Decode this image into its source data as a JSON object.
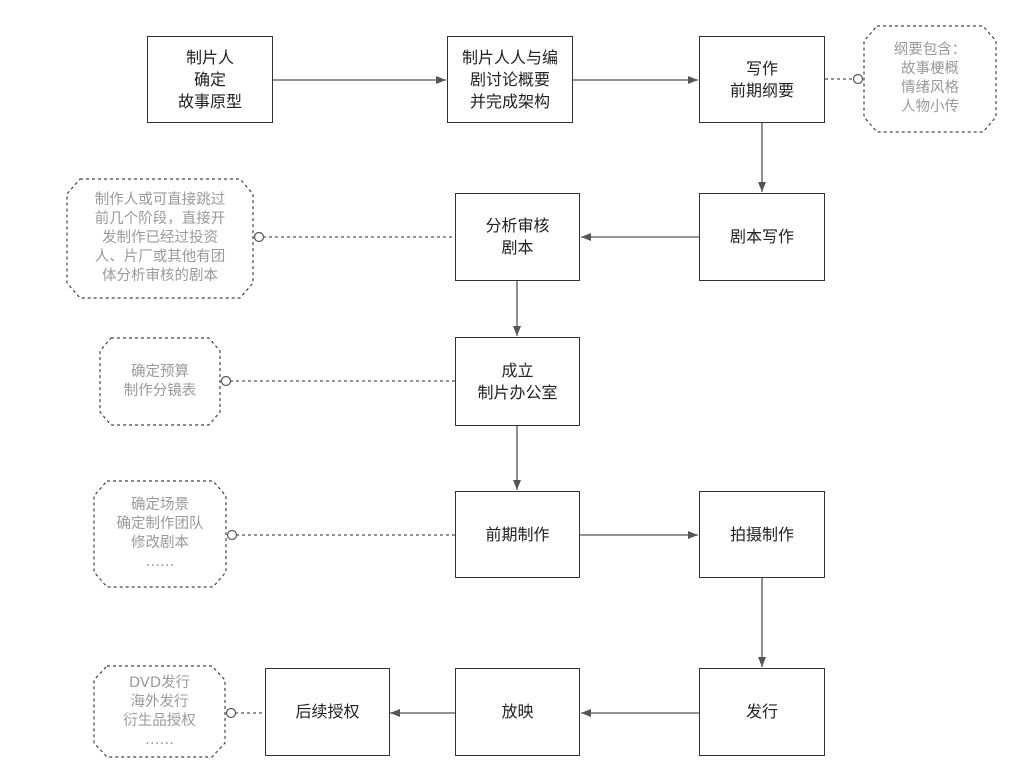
{
  "colors": {
    "box_border": "#333333",
    "box_text": "#222222",
    "note_text": "#9a9a9a",
    "connector": "#555555",
    "dash_border": "#444444"
  },
  "steps": {
    "producer_confirm": "制片人\n确定\n故事原型",
    "discuss_outline": "制片人人与编\n剧讨论概要\n并完成架构",
    "write_outline": "写作\n前期纲要",
    "script_writing": "剧本写作",
    "analyze_script": "分析审核\n剧本",
    "set_up_office": "成立\n制片办公室",
    "preproduction": "前期制作",
    "shooting": "拍摄制作",
    "distribution": "发行",
    "screening": "放映",
    "licensing": "后续授权"
  },
  "notes": {
    "outline_contents": "纲要包含：\n故事梗概\n情绪风格\n人物小传",
    "producer_skip": "制作人或可直接跳过\n前几个阶段，直接开\n发制作已经过投资\n人、片厂或其他有团\n体分析审核的剧本",
    "budget": "确定预算\n制作分镜表",
    "preproduction_tasks": "确定场景\n确定制作团队\n修改剧本\n……",
    "licensing_items": "DVD发行\n海外发行\n衍生品授权\n……"
  }
}
